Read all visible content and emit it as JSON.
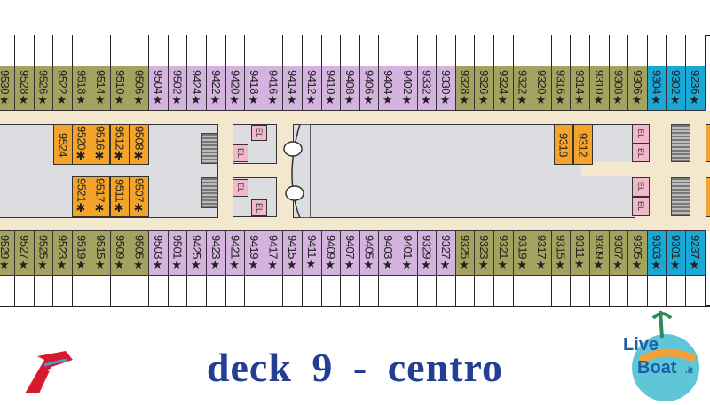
{
  "colors": {
    "olive": "#a4a25f",
    "purple": "#d5b3df",
    "blue": "#1aa8d6",
    "orange": "#f4a42a",
    "elevator": "#f2b8ca",
    "title": "#233f93"
  },
  "top_row": [
    {
      "n": "9530★",
      "c": "olive"
    },
    {
      "n": "9528★",
      "c": "olive"
    },
    {
      "n": "9526★",
      "c": "olive"
    },
    {
      "n": "9522★",
      "c": "olive"
    },
    {
      "n": "9518★",
      "c": "olive"
    },
    {
      "n": "9514★",
      "c": "olive"
    },
    {
      "n": "9510★",
      "c": "olive"
    },
    {
      "n": "9506★",
      "c": "olive"
    },
    {
      "n": "9504★",
      "c": "purple"
    },
    {
      "n": "9502★",
      "c": "purple"
    },
    {
      "n": "9424★",
      "c": "purple"
    },
    {
      "n": "9422★",
      "c": "purple"
    },
    {
      "n": "9420★",
      "c": "purple"
    },
    {
      "n": "9418★",
      "c": "purple"
    },
    {
      "n": "9416★",
      "c": "purple"
    },
    {
      "n": "9414★",
      "c": "purple"
    },
    {
      "n": "9412★",
      "c": "purple"
    },
    {
      "n": "9410★",
      "c": "purple"
    },
    {
      "n": "9408★",
      "c": "purple"
    },
    {
      "n": "9406★",
      "c": "purple"
    },
    {
      "n": "9404★",
      "c": "purple"
    },
    {
      "n": "9402★",
      "c": "purple"
    },
    {
      "n": "9332★",
      "c": "purple"
    },
    {
      "n": "9330★",
      "c": "purple"
    },
    {
      "n": "9328★",
      "c": "olive"
    },
    {
      "n": "9326★",
      "c": "olive"
    },
    {
      "n": "9324★",
      "c": "olive"
    },
    {
      "n": "9322★",
      "c": "olive"
    },
    {
      "n": "9320★",
      "c": "olive"
    },
    {
      "n": "9316★",
      "c": "olive"
    },
    {
      "n": "9314★",
      "c": "olive"
    },
    {
      "n": "9310★",
      "c": "olive"
    },
    {
      "n": "9308★",
      "c": "olive"
    },
    {
      "n": "9306★",
      "c": "olive"
    },
    {
      "n": "9304★",
      "c": "blue"
    },
    {
      "n": "9302★",
      "c": "blue"
    },
    {
      "n": "9236★",
      "c": "blue"
    }
  ],
  "bottom_row": [
    {
      "n": "9529★",
      "c": "olive"
    },
    {
      "n": "9527★",
      "c": "olive"
    },
    {
      "n": "9525★",
      "c": "olive"
    },
    {
      "n": "9523★",
      "c": "olive"
    },
    {
      "n": "9519★",
      "c": "olive"
    },
    {
      "n": "9515★",
      "c": "olive"
    },
    {
      "n": "9509★",
      "c": "olive"
    },
    {
      "n": "9505★",
      "c": "olive"
    },
    {
      "n": "9503★",
      "c": "purple"
    },
    {
      "n": "9501★",
      "c": "purple"
    },
    {
      "n": "9425★",
      "c": "purple"
    },
    {
      "n": "9423★",
      "c": "purple"
    },
    {
      "n": "9421★",
      "c": "purple"
    },
    {
      "n": "9419★",
      "c": "purple"
    },
    {
      "n": "9417★",
      "c": "purple"
    },
    {
      "n": "9415★",
      "c": "purple"
    },
    {
      "n": "9411★",
      "c": "purple"
    },
    {
      "n": "9409★",
      "c": "purple"
    },
    {
      "n": "9407★",
      "c": "purple"
    },
    {
      "n": "9405★",
      "c": "purple"
    },
    {
      "n": "9403★",
      "c": "purple"
    },
    {
      "n": "9401★",
      "c": "purple"
    },
    {
      "n": "9329★",
      "c": "purple"
    },
    {
      "n": "9327★",
      "c": "purple"
    },
    {
      "n": "9325★",
      "c": "olive"
    },
    {
      "n": "9323★",
      "c": "olive"
    },
    {
      "n": "9321★",
      "c": "olive"
    },
    {
      "n": "9319★",
      "c": "olive"
    },
    {
      "n": "9317★",
      "c": "olive"
    },
    {
      "n": "9315★",
      "c": "olive"
    },
    {
      "n": "9311★",
      "c": "olive"
    },
    {
      "n": "9309★",
      "c": "olive"
    },
    {
      "n": "9307★",
      "c": "olive"
    },
    {
      "n": "9305★",
      "c": "olive"
    },
    {
      "n": "9303★",
      "c": "blue"
    },
    {
      "n": "9301★",
      "c": "blue"
    },
    {
      "n": "9237★",
      "c": "blue"
    }
  ],
  "inner_cabins": [
    {
      "n": "9524",
      "row": "upper"
    },
    {
      "n": "9520✱",
      "row": "upper"
    },
    {
      "n": "9516✱",
      "row": "upper"
    },
    {
      "n": "9512✱",
      "row": "upper"
    },
    {
      "n": "9508✱",
      "row": "upper"
    },
    {
      "n": "9521✱",
      "row": "lower"
    },
    {
      "n": "9517✱",
      "row": "lower"
    },
    {
      "n": "9511✱",
      "row": "lower"
    },
    {
      "n": "9507✱",
      "row": "lower"
    },
    {
      "n": "9318",
      "row": "upper"
    },
    {
      "n": "9312",
      "row": "upper"
    }
  ],
  "elevator_label": "EL",
  "title": "deck 9 - centro",
  "logos": {
    "left": "carnival-funnel-logo",
    "right": "LiveBoat.it"
  }
}
